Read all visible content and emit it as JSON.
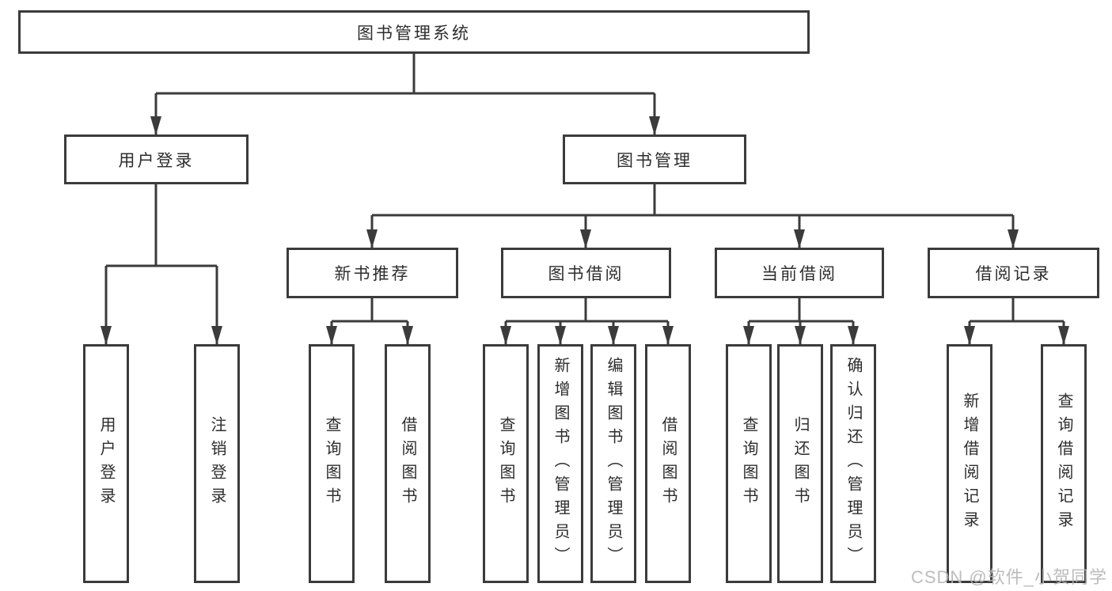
{
  "page": {
    "background_color": "#ffffff",
    "line_color": "#3b3b3b",
    "text_color": "#2d2d2d",
    "watermark_color": "#b5b5b5"
  },
  "watermark": {
    "text": "CSDN @软件_小贺同学"
  },
  "tree": {
    "type": "hierarchy-diagram",
    "root": {
      "label": "图书管理系统"
    },
    "level2": [
      {
        "label": "用户登录",
        "parent": "图书管理系统"
      },
      {
        "label": "图书管理",
        "parent": "图书管理系统"
      }
    ],
    "level3": [
      {
        "label": "新书推荐",
        "parent": "图书管理"
      },
      {
        "label": "图书借阅",
        "parent": "图书管理"
      },
      {
        "label": "当前借阅",
        "parent": "图书管理"
      },
      {
        "label": "借阅记录",
        "parent": "图书管理"
      }
    ],
    "leaves": [
      {
        "label": "用户登录",
        "parent": "用户登录"
      },
      {
        "label": "注销登录",
        "parent": "用户登录"
      },
      {
        "label": "查询图书",
        "parent": "新书推荐"
      },
      {
        "label": "借阅图书",
        "parent": "新书推荐"
      },
      {
        "label": "查询图书",
        "parent": "图书借阅"
      },
      {
        "label": "新增图书（管理员）",
        "parent": "图书借阅"
      },
      {
        "label": "编辑图书（管理员）",
        "parent": "图书借阅"
      },
      {
        "label": "借阅图书",
        "parent": "图书借阅"
      },
      {
        "label": "查询图书",
        "parent": "当前借阅"
      },
      {
        "label": "归还图书",
        "parent": "当前借阅"
      },
      {
        "label": "确认归还（管理员）",
        "parent": "当前借阅"
      },
      {
        "label": "新增借阅记录",
        "parent": "借阅记录"
      },
      {
        "label": "查询借阅记录",
        "parent": "借阅记录"
      }
    ]
  }
}
